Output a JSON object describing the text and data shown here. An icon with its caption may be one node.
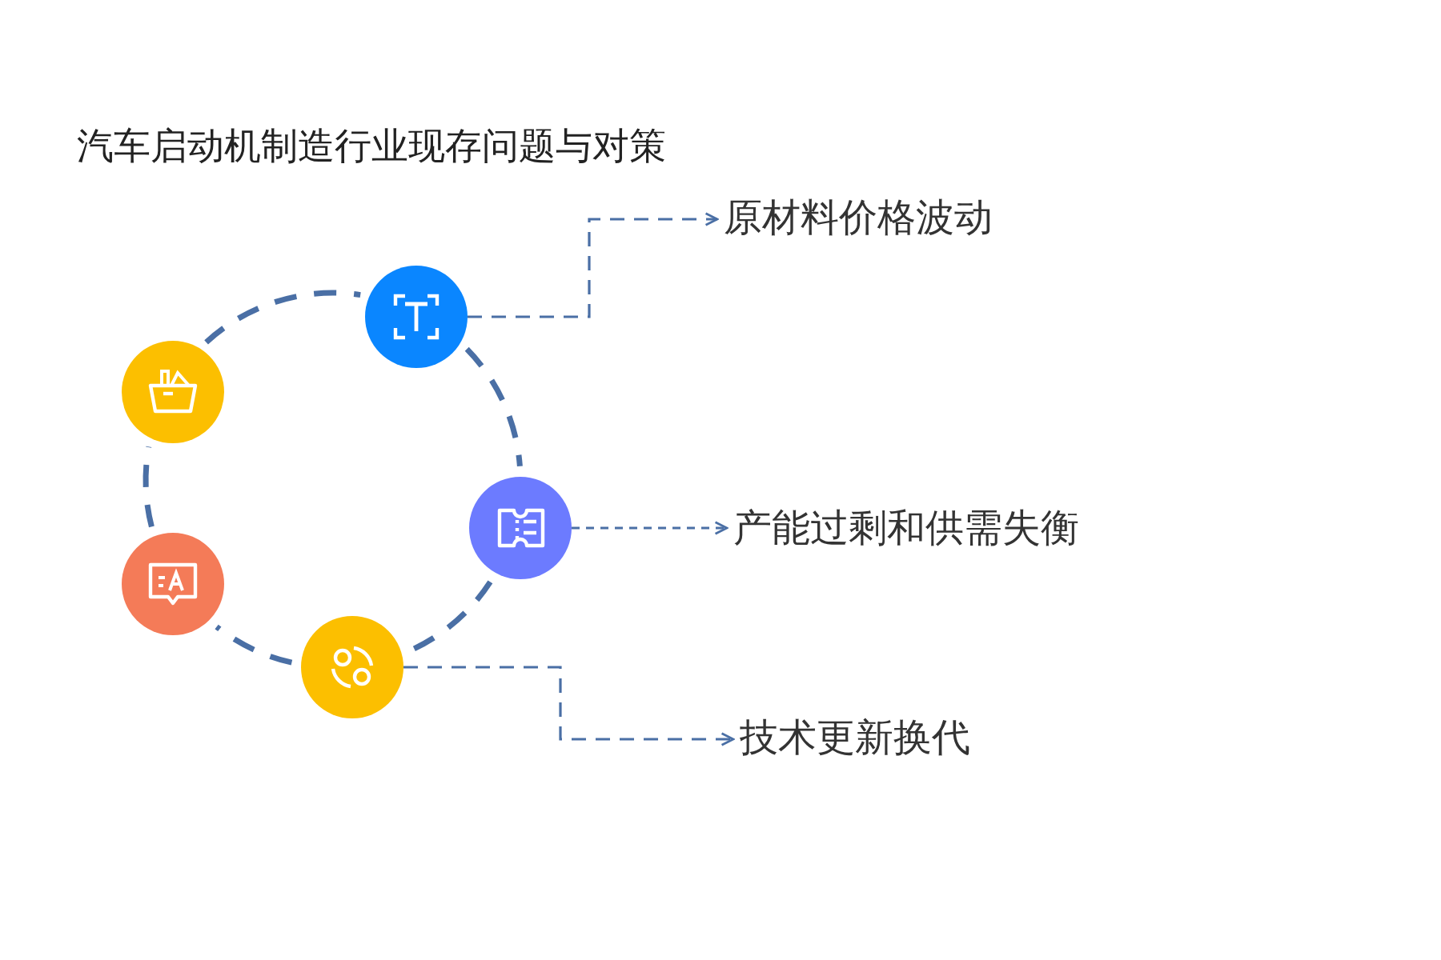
{
  "diagram": {
    "title": "汽车启动机制造行业现存问题与对策",
    "nodes": [
      {
        "text": [],
        "shape": "circle"
      },
      {
        "text": [],
        "shape": "circle"
      },
      {
        "text": [],
        "shape": "circle"
      },
      {
        "text": [],
        "shape": "circle"
      },
      {
        "text": [],
        "shape": "circle"
      },
      {
        "text": [
          "原材料价格波动"
        ]
      },
      {
        "text": [
          "产能过剩和供需失衡"
        ]
      },
      {
        "text": [
          "技术更新换代"
        ]
      }
    ],
    "edges": [
      {
        "from": 0,
        "to": 3,
        "arrow": "none",
        "style": "dashed"
      },
      {
        "from": 3,
        "to": 4,
        "arrow": "none",
        "style": "dashed"
      },
      {
        "from": 4,
        "to": 2,
        "arrow": "none",
        "style": "dashed"
      },
      {
        "from": 2,
        "to": 1,
        "arrow": "none",
        "style": "dashed"
      },
      {
        "from": 1,
        "to": 0,
        "arrow": "none",
        "style": "dashed"
      },
      {
        "from": 3,
        "to": 5,
        "arrow": "to",
        "style": "dashed"
      },
      {
        "from": 4,
        "to": 6,
        "arrow": "to",
        "style": "dashed"
      },
      {
        "from": 2,
        "to": 7,
        "arrow": "to",
        "style": "dashed"
      }
    ]
  }
}
